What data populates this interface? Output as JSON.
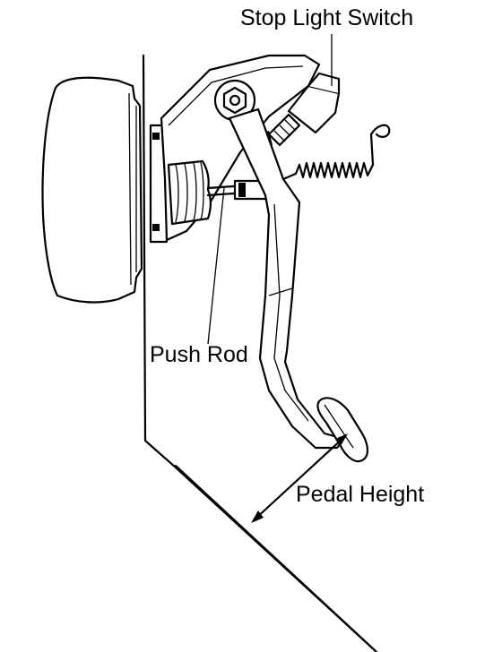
{
  "labels": {
    "stop_light_switch": "Stop Light Switch",
    "push_rod": "Push Rod",
    "pedal_height": "Pedal Height"
  },
  "colors": {
    "line": "#000000",
    "background": "#ffffff"
  }
}
